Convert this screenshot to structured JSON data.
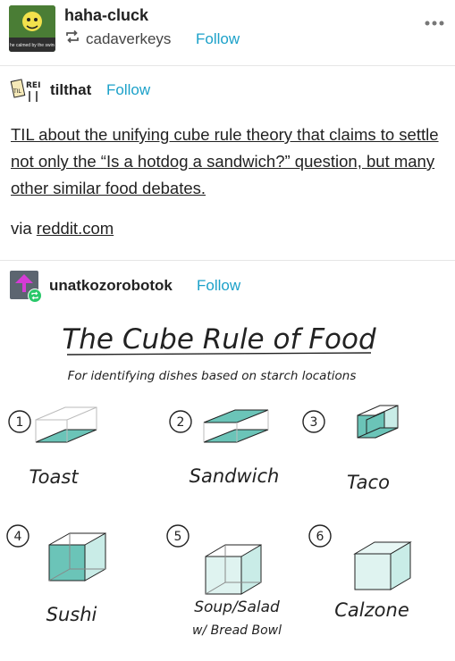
{
  "post": {
    "author": "haha-cluck",
    "reblog_from": "cadaverkeys",
    "follow_label": "Follow",
    "avatar_caption": "he calmed by the swing",
    "more_icon": "more-options-icon"
  },
  "entry1": {
    "username": "tilthat",
    "follow_label": "Follow",
    "avatar_letters": "REI",
    "body": "TIL about the unifying cube rule theory that claims to settle not only the “Is a hotdog a sandwich?” question, but many other similar food debates.",
    "via_label": "via",
    "via_link": "reddit.com"
  },
  "entry2": {
    "username": "unatkozorobotok",
    "follow_label": "Follow"
  },
  "drawing": {
    "title": "The Cube Rule of Food",
    "subtitle": "For identifying dishes based on starch locations",
    "items": [
      {
        "number": "1",
        "label": "Toast"
      },
      {
        "number": "2",
        "label": "Sandwich"
      },
      {
        "number": "3",
        "label": "Taco"
      },
      {
        "number": "4",
        "label": "Sushi"
      },
      {
        "number": "5",
        "label": "Soup/Salad"
      },
      {
        "number": "6",
        "label": "Calzone"
      }
    ],
    "item5_sublabel": "w/ Bread Bowl"
  },
  "colors": {
    "follow": "#1ca1c9",
    "starch": "#6bc4b8",
    "avatar2_bg": "#5c6570",
    "avatar2_accent": "#d63bd6",
    "reblog_badge": "#2ac86a"
  }
}
